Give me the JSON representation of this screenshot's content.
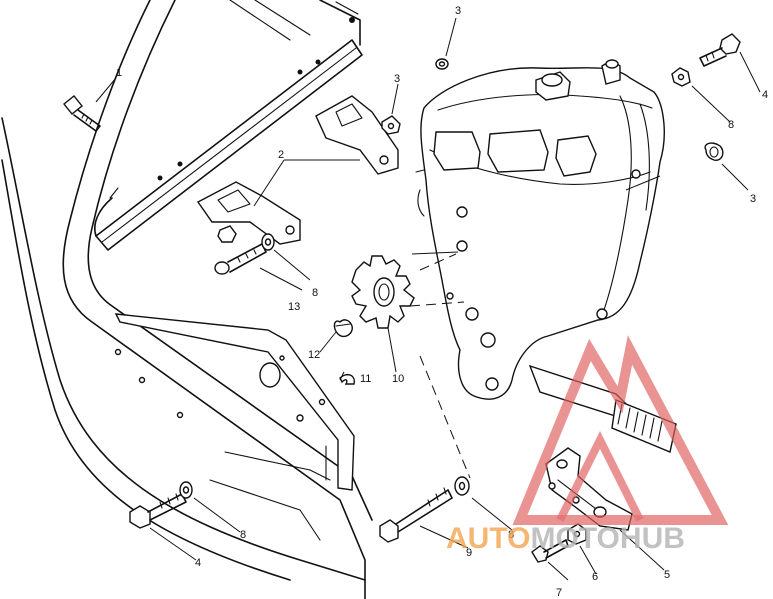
{
  "diagram": {
    "callouts": [
      {
        "id": "c1",
        "text": "1"
      },
      {
        "id": "c2",
        "text": "2"
      },
      {
        "id": "c3a",
        "text": "3"
      },
      {
        "id": "c3b",
        "text": "3"
      },
      {
        "id": "c3c",
        "text": "3"
      },
      {
        "id": "c4a",
        "text": "4"
      },
      {
        "id": "c4b",
        "text": "4"
      },
      {
        "id": "c5",
        "text": "5"
      },
      {
        "id": "c6",
        "text": "6"
      },
      {
        "id": "c7",
        "text": "7"
      },
      {
        "id": "c8a",
        "text": "8"
      },
      {
        "id": "c8b",
        "text": "8"
      },
      {
        "id": "c8c",
        "text": "8"
      },
      {
        "id": "c8d",
        "text": "8"
      },
      {
        "id": "c9",
        "text": "9"
      },
      {
        "id": "c10",
        "text": "10"
      },
      {
        "id": "c11",
        "text": "11"
      },
      {
        "id": "c12",
        "text": "12"
      },
      {
        "id": "c13",
        "text": "13"
      }
    ]
  },
  "watermark": {
    "part1": "AUTO",
    "part2": "MOTO",
    "part3": "HUB",
    "colors": {
      "red": "#e06060",
      "gray": "#b5b5b5",
      "orange": "#f3a653"
    }
  }
}
